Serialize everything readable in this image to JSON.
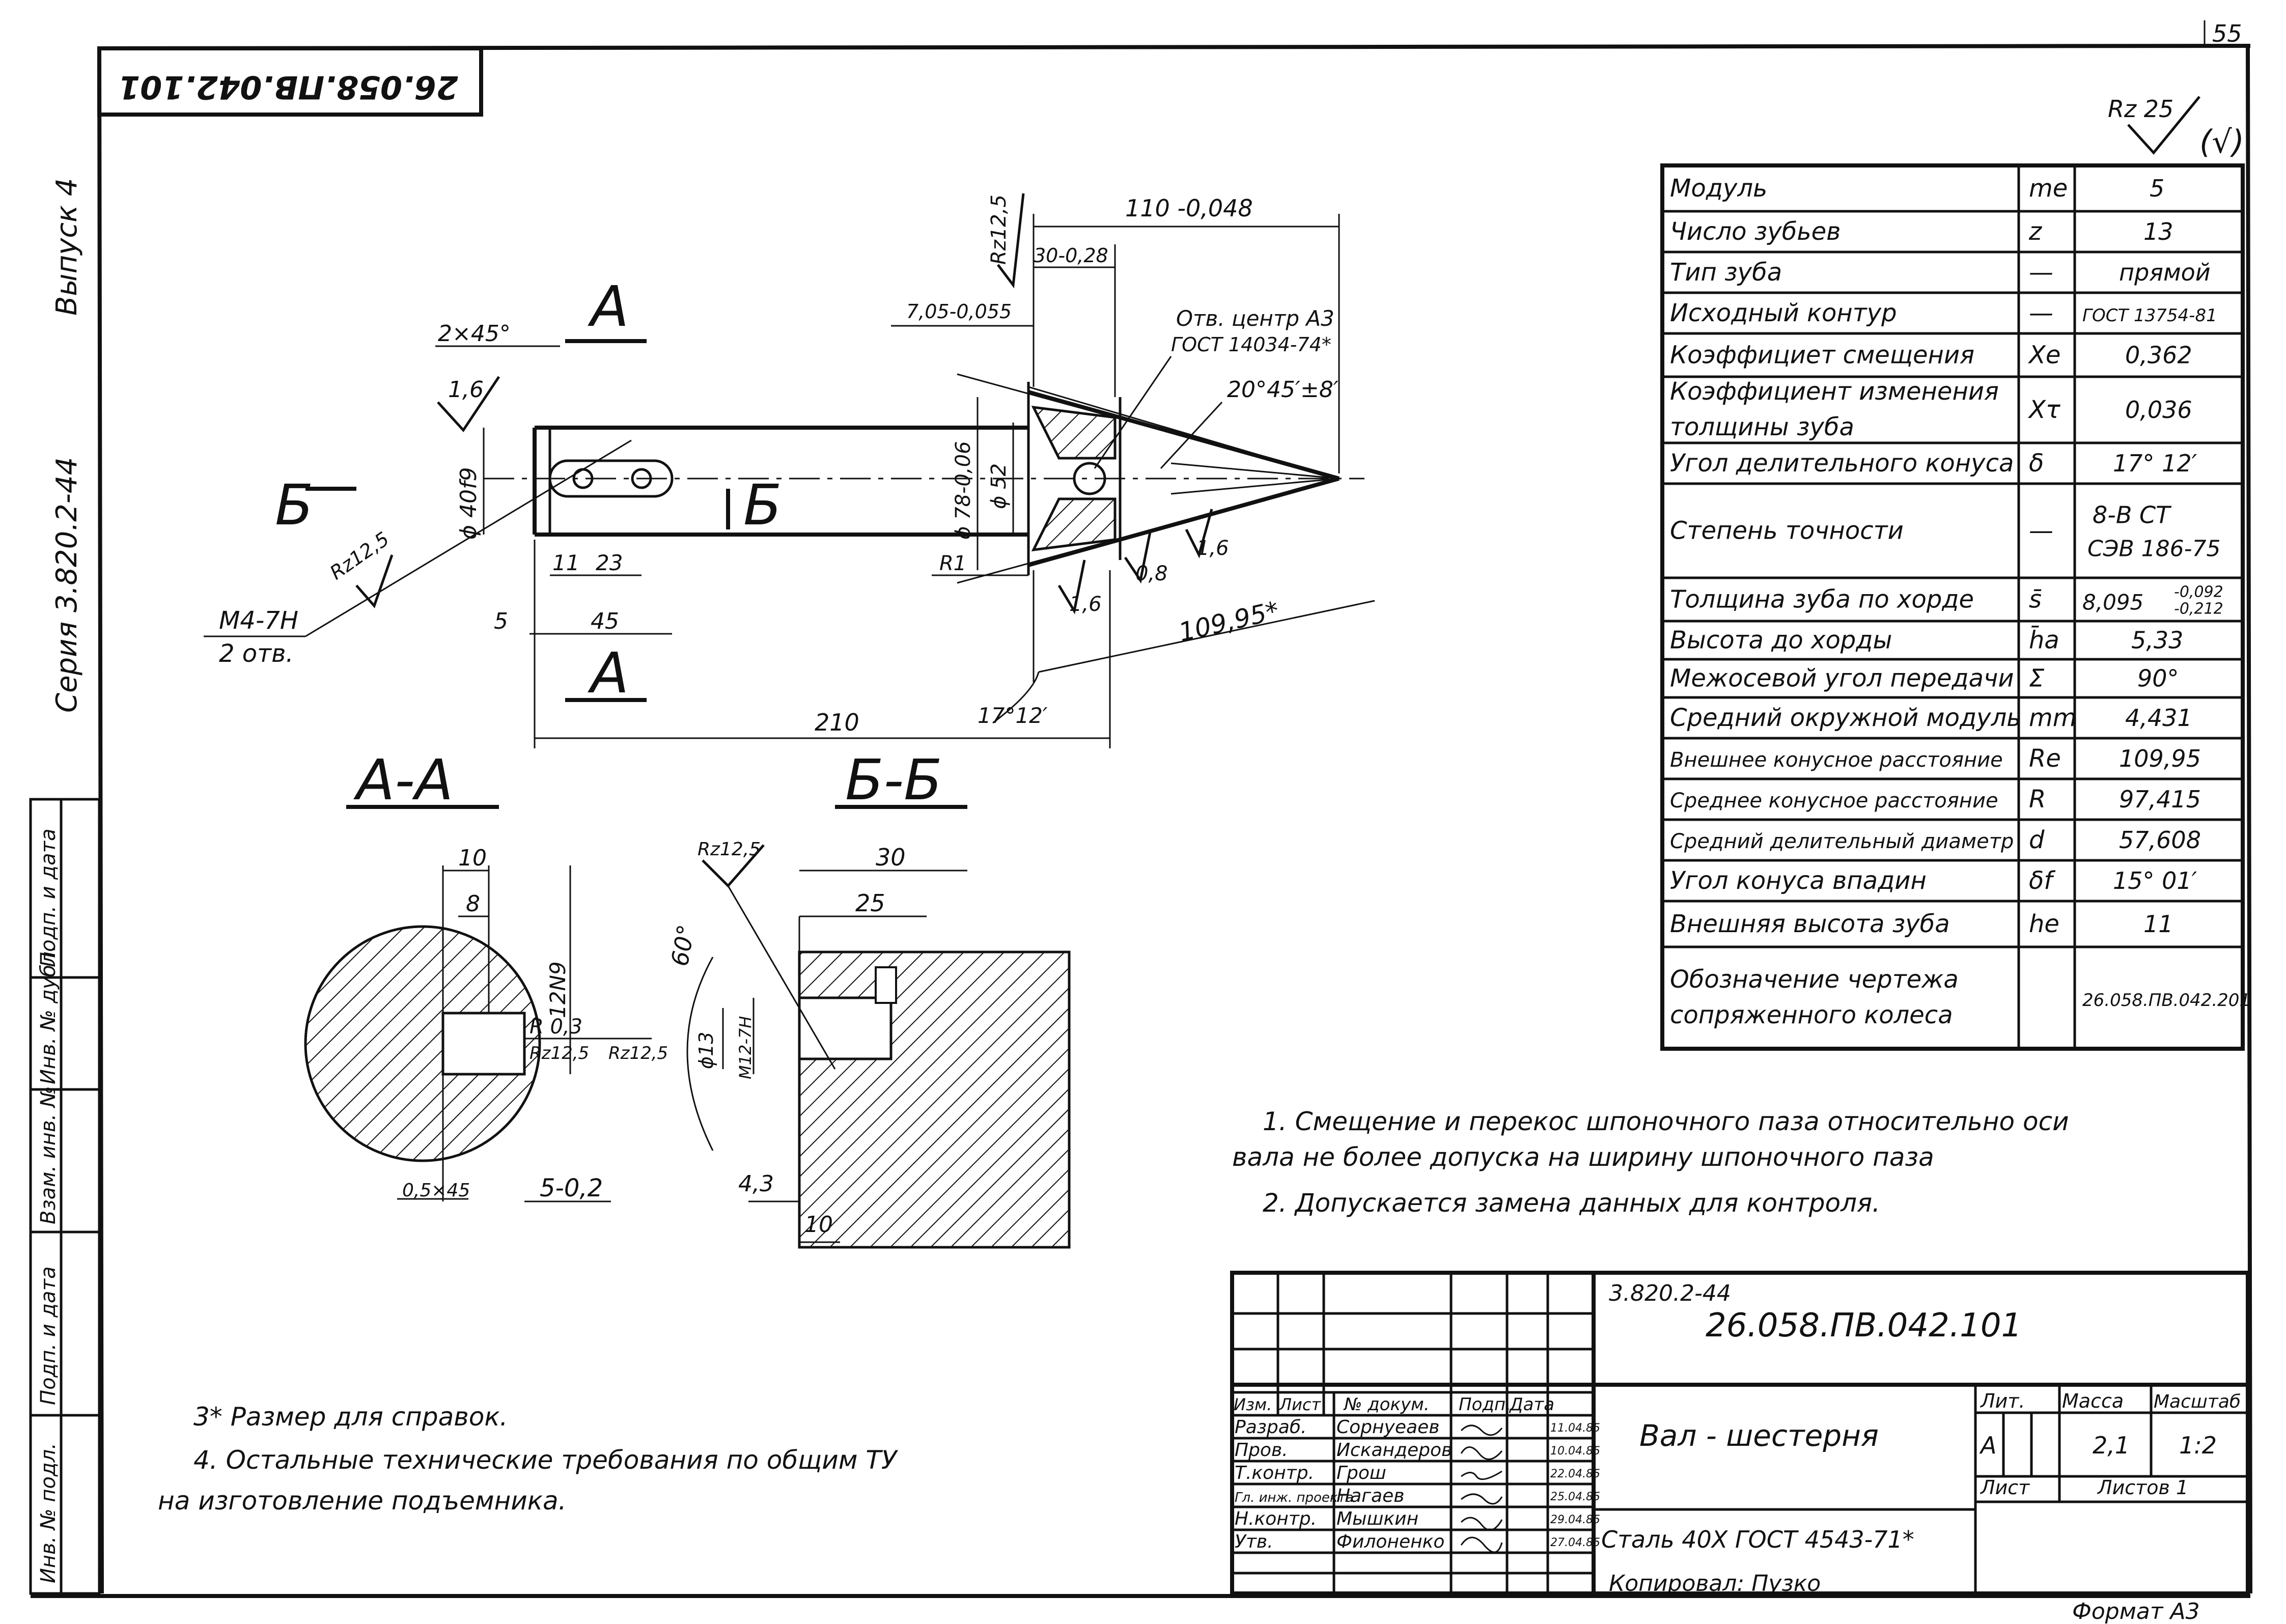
{
  "page_number": "55",
  "stamp_rotated": "26.058.ПВ.042.101",
  "side": {
    "issue": "Выпуск 4",
    "series": "Серия 3.820.2-44",
    "boxes": [
      "Подп. и дата",
      "Инв. № дубл.",
      "Взам. инв. №",
      "Подп. и дата",
      "Инв. № подл."
    ]
  },
  "roughness_general": "Rz 25",
  "roughness_general_suffix": "(√)",
  "params": [
    {
      "name": "Модуль",
      "sym": "me",
      "val": "5"
    },
    {
      "name": "Число зубьев",
      "sym": "z",
      "val": "13"
    },
    {
      "name": "Тип зуба",
      "sym": "—",
      "val": "прямой"
    },
    {
      "name": "Исходный контур",
      "sym": "—",
      "val": "ГОСТ 13754-81"
    },
    {
      "name": "Коэффициет смещения",
      "sym": "Xe",
      "val": "0,362"
    },
    {
      "name": "Коэффициент изменения",
      "name2": "толщины зуба",
      "sym": "Xτ",
      "val": "0,036"
    },
    {
      "name": "Угол делительного конуса",
      "sym": "δ",
      "val": "17° 12′"
    },
    {
      "name": "Степень точности",
      "sym": "—",
      "val": "8-В СТ",
      "val2": "СЭВ 186-75"
    },
    {
      "name": "Толщина зуба по хорде",
      "sym": "s̄",
      "val": "8,095",
      "val_tol_up": "-0,092",
      "val_tol_low": "-0,212"
    },
    {
      "name": "Высота до хорды",
      "sym": "h̄a",
      "val": "5,33"
    },
    {
      "name": "Межосевой угол передачи",
      "sym": "Σ",
      "val": "90°"
    },
    {
      "name": "Средний окружной модуль",
      "sym": "mm",
      "val": "4,431"
    },
    {
      "name": "Внешнее конусное расстояние",
      "sym": "Re",
      "val": "109,95"
    },
    {
      "name": "Среднее конусное расстояние",
      "sym": "R",
      "val": "97,415"
    },
    {
      "name": "Средний делительный диаметр",
      "sym": "d",
      "val": "57,608"
    },
    {
      "name": "Угол конуса впадин",
      "sym": "δf",
      "val": "15° 01′"
    },
    {
      "name": "Внешняя высота зуба",
      "sym": "he",
      "val": "11"
    },
    {
      "name": "Обозначение чертежа",
      "name2": "сопряженного колеса",
      "sym": "",
      "val": "26.058.ПВ.042.201"
    }
  ],
  "notes_right": [
    "1. Смещение и перекос шпоночного паза относительно оси",
    "вала не более допуска на ширину шпоночного паза",
    "2. Допускается замена данных для контроля."
  ],
  "notes_left": [
    "3* Размер для справок.",
    "4. Остальные технические требования по общим ТУ",
    "на изготовление подъемника."
  ],
  "drawing": {
    "section_a": "А",
    "section_b": "Б",
    "view_aa": "А-А",
    "view_bb": "Б-Б",
    "dims": {
      "chamfer": "2×45°",
      "rough_16": "1,6",
      "dia_40": "ϕ 40f9",
      "rz125": "Rz12,5",
      "thread": "М4-7Н",
      "holes": "2 отв.",
      "d11": "11",
      "d23": "23",
      "d5": "5",
      "d45": "45",
      "d210": "210",
      "d110": "110 -0,048",
      "d30": "30-0,28",
      "d705": "7,05-0,055",
      "center": "Отв. центр А3",
      "center_std": "ГОСТ 14034-74*",
      "angle2045": "20°45′±8′",
      "dia78": "ϕ 78-0,06",
      "dia52": "ϕ 52",
      "r1": "R1",
      "r08": "0,8",
      "r16b": "1,6",
      "r16c": "1,6",
      "d10995": "109,95*",
      "a1712": "17°12′",
      "s10": "10",
      "s8": "8",
      "s12n9": "12N9",
      "sr03": "R 0,3",
      "srz": "Rz12,5",
      "srz2": "Rz12,5",
      "s05": "0,5×45",
      "s5": "5-0,2",
      "b30": "30",
      "b25": "25",
      "b60": "60°",
      "b13": "ϕ13",
      "bm12": "М12-7Н",
      "b43": "4,3",
      "b10": "10",
      "brz": "Rz12,5"
    }
  },
  "title_block": {
    "series": "3.820.2-44",
    "code": "26.058.ПВ.042.101",
    "name": "Вал - шестерня",
    "material": "Сталь 40Х ГОСТ 4543-71*",
    "headers": {
      "izm": "Изм.",
      "list": "Лист",
      "ndoc": "№ докум.",
      "podp": "Подп.",
      "data": "Дата"
    },
    "signers": [
      {
        "role": "Разраб.",
        "name": "Сорнуеаев",
        "date": "11.04.85"
      },
      {
        "role": "Пров.",
        "name": "Искандеров",
        "date": "10.04.85"
      },
      {
        "role": "Т.контр.",
        "name": "Грош",
        "date": "22.04.85"
      },
      {
        "role": "Гл. инж. проекта",
        "name": "Нагаев",
        "date": "25.04.85"
      },
      {
        "role": "Н.контр.",
        "name": "Мышкин",
        "date": "29.04.85"
      },
      {
        "role": "Утв.",
        "name": "Филоненко",
        "date": "27.04.85"
      }
    ],
    "lit_label": "Лит.",
    "mass_label": "Масса",
    "scale_label": "Масштаб",
    "lit": "А",
    "mass": "2,1",
    "scale": "1:2",
    "sheet_label": "Лист",
    "sheets_label": "Листов 1"
  },
  "footer": {
    "copied": "Копировал: Пузко",
    "format": "Формат А3"
  }
}
